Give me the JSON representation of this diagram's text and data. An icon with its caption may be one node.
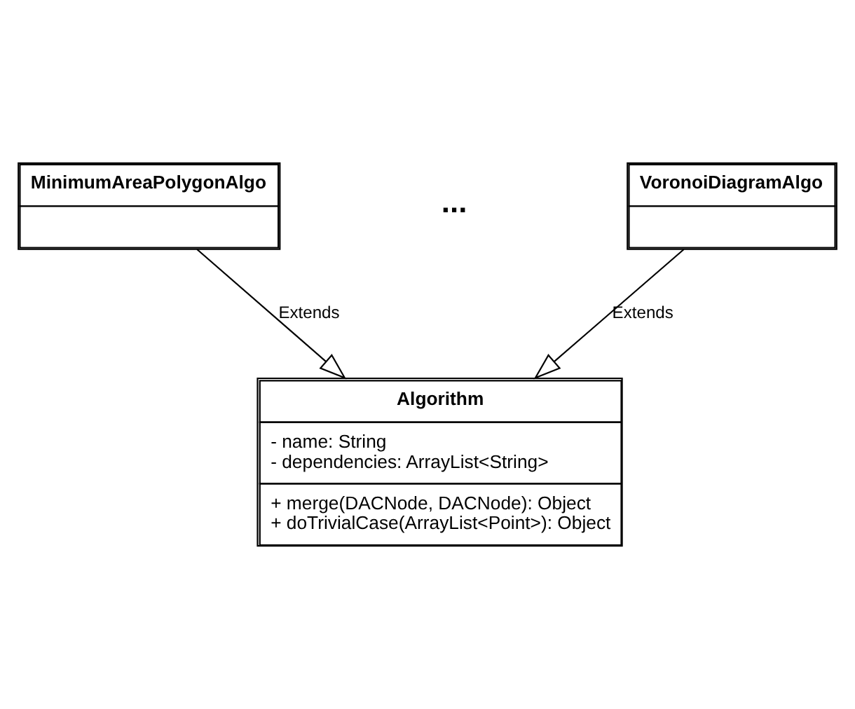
{
  "diagram": {
    "nodes": [
      {
        "text": [
          "MinimumAreaPolygonAlgo"
        ]
      },
      {
        "text": [
          "VoronoiDiagramAlgo"
        ]
      },
      {
        "text": [
          "Algorithm",
          "- name: String",
          "- dependencies: ArrayList<String>",
          "+ merge(DACNode, DACNode): Object",
          "+ doTrivialCase(ArrayList<Point>): Object"
        ]
      }
    ],
    "edges": [
      {
        "from": 0,
        "to": 2,
        "arrow": "to",
        "label": "Extends"
      },
      {
        "from": 1,
        "to": 2,
        "arrow": "to",
        "label": "Extends"
      }
    ],
    "labels": [
      "..."
    ]
  }
}
